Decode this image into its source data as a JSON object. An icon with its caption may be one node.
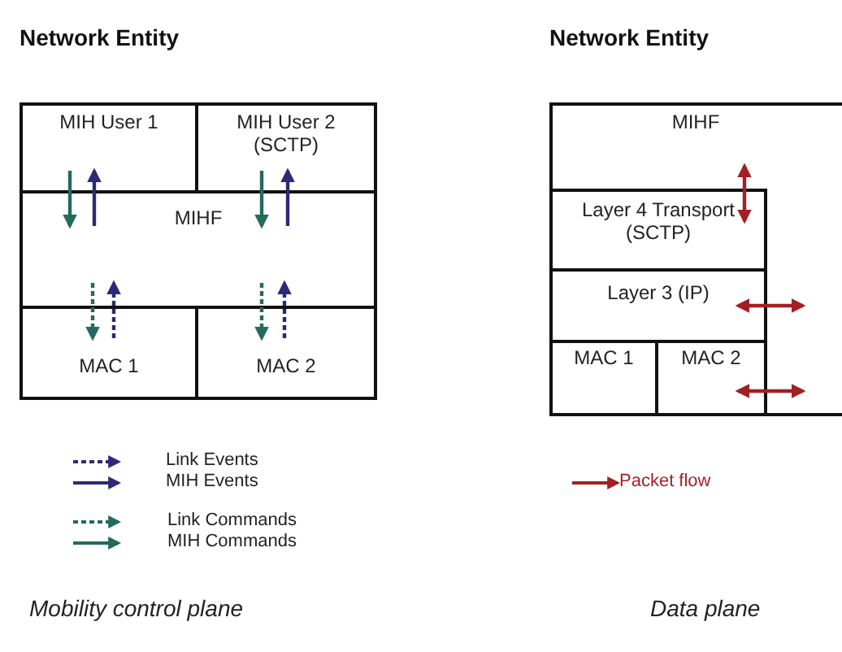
{
  "diagram": {
    "nodes": [
      {
        "text": [
          "Network Entity"
        ]
      },
      {
        "text": [
          "MIH User 1"
        ],
        "in": 0
      },
      {
        "text": [
          "MIH User 2 (SCTP)"
        ],
        "in": 0
      },
      {
        "text": [
          "MIHF"
        ],
        "in": 0
      },
      {
        "text": [
          "MAC 1"
        ],
        "in": 0
      },
      {
        "text": [
          "MAC 2"
        ],
        "in": 0
      },
      {
        "text": [
          "Network Entity"
        ]
      },
      {
        "text": [
          "MIHF"
        ],
        "in": 6
      },
      {
        "text": [
          "Layer 4 Transport (SCTP)"
        ],
        "in": 6
      },
      {
        "text": [
          "Layer 3 (IP)"
        ],
        "in": 6
      },
      {
        "text": [
          "MAC 1"
        ],
        "in": 6
      },
      {
        "text": [
          "MAC 2"
        ],
        "in": 6
      }
    ],
    "edges": [
      {
        "from": 1,
        "to": 3,
        "arrow": "to",
        "color": "#236b5e"
      },
      {
        "from": 3,
        "to": 1,
        "arrow": "to",
        "color": "#2b2a78"
      },
      {
        "from": 2,
        "to": 3,
        "arrow": "to",
        "color": "#236b5e"
      },
      {
        "from": 3,
        "to": 2,
        "arrow": "to",
        "color": "#2b2a78"
      },
      {
        "from": 3,
        "to": 4,
        "arrow": "to",
        "style": "dashed",
        "color": "#236b5e"
      },
      {
        "from": 4,
        "to": 3,
        "arrow": "to",
        "style": "dashed",
        "color": "#2b2a78"
      },
      {
        "from": 3,
        "to": 5,
        "arrow": "to",
        "style": "dashed",
        "color": "#236b5e"
      },
      {
        "from": 5,
        "to": 3,
        "arrow": "to",
        "style": "dashed",
        "color": "#2b2a78"
      },
      {
        "from": 7,
        "to": 8,
        "arrow": "both",
        "color": "#a31f24"
      },
      {
        "from": 9,
        "to": null,
        "arrow": "both",
        "color": "#a31f24"
      },
      {
        "from": 11,
        "to": null,
        "arrow": "both",
        "color": "#a31f24"
      }
    ],
    "labels": [
      "Mobility control plane",
      "Data plane"
    ],
    "legend": [
      {
        "text": "Link Events"
      },
      {
        "text": "MIH Events"
      },
      {
        "text": "Link Commands"
      },
      {
        "text": "MIH Commands"
      },
      {
        "text": "Packet flow"
      }
    ]
  }
}
